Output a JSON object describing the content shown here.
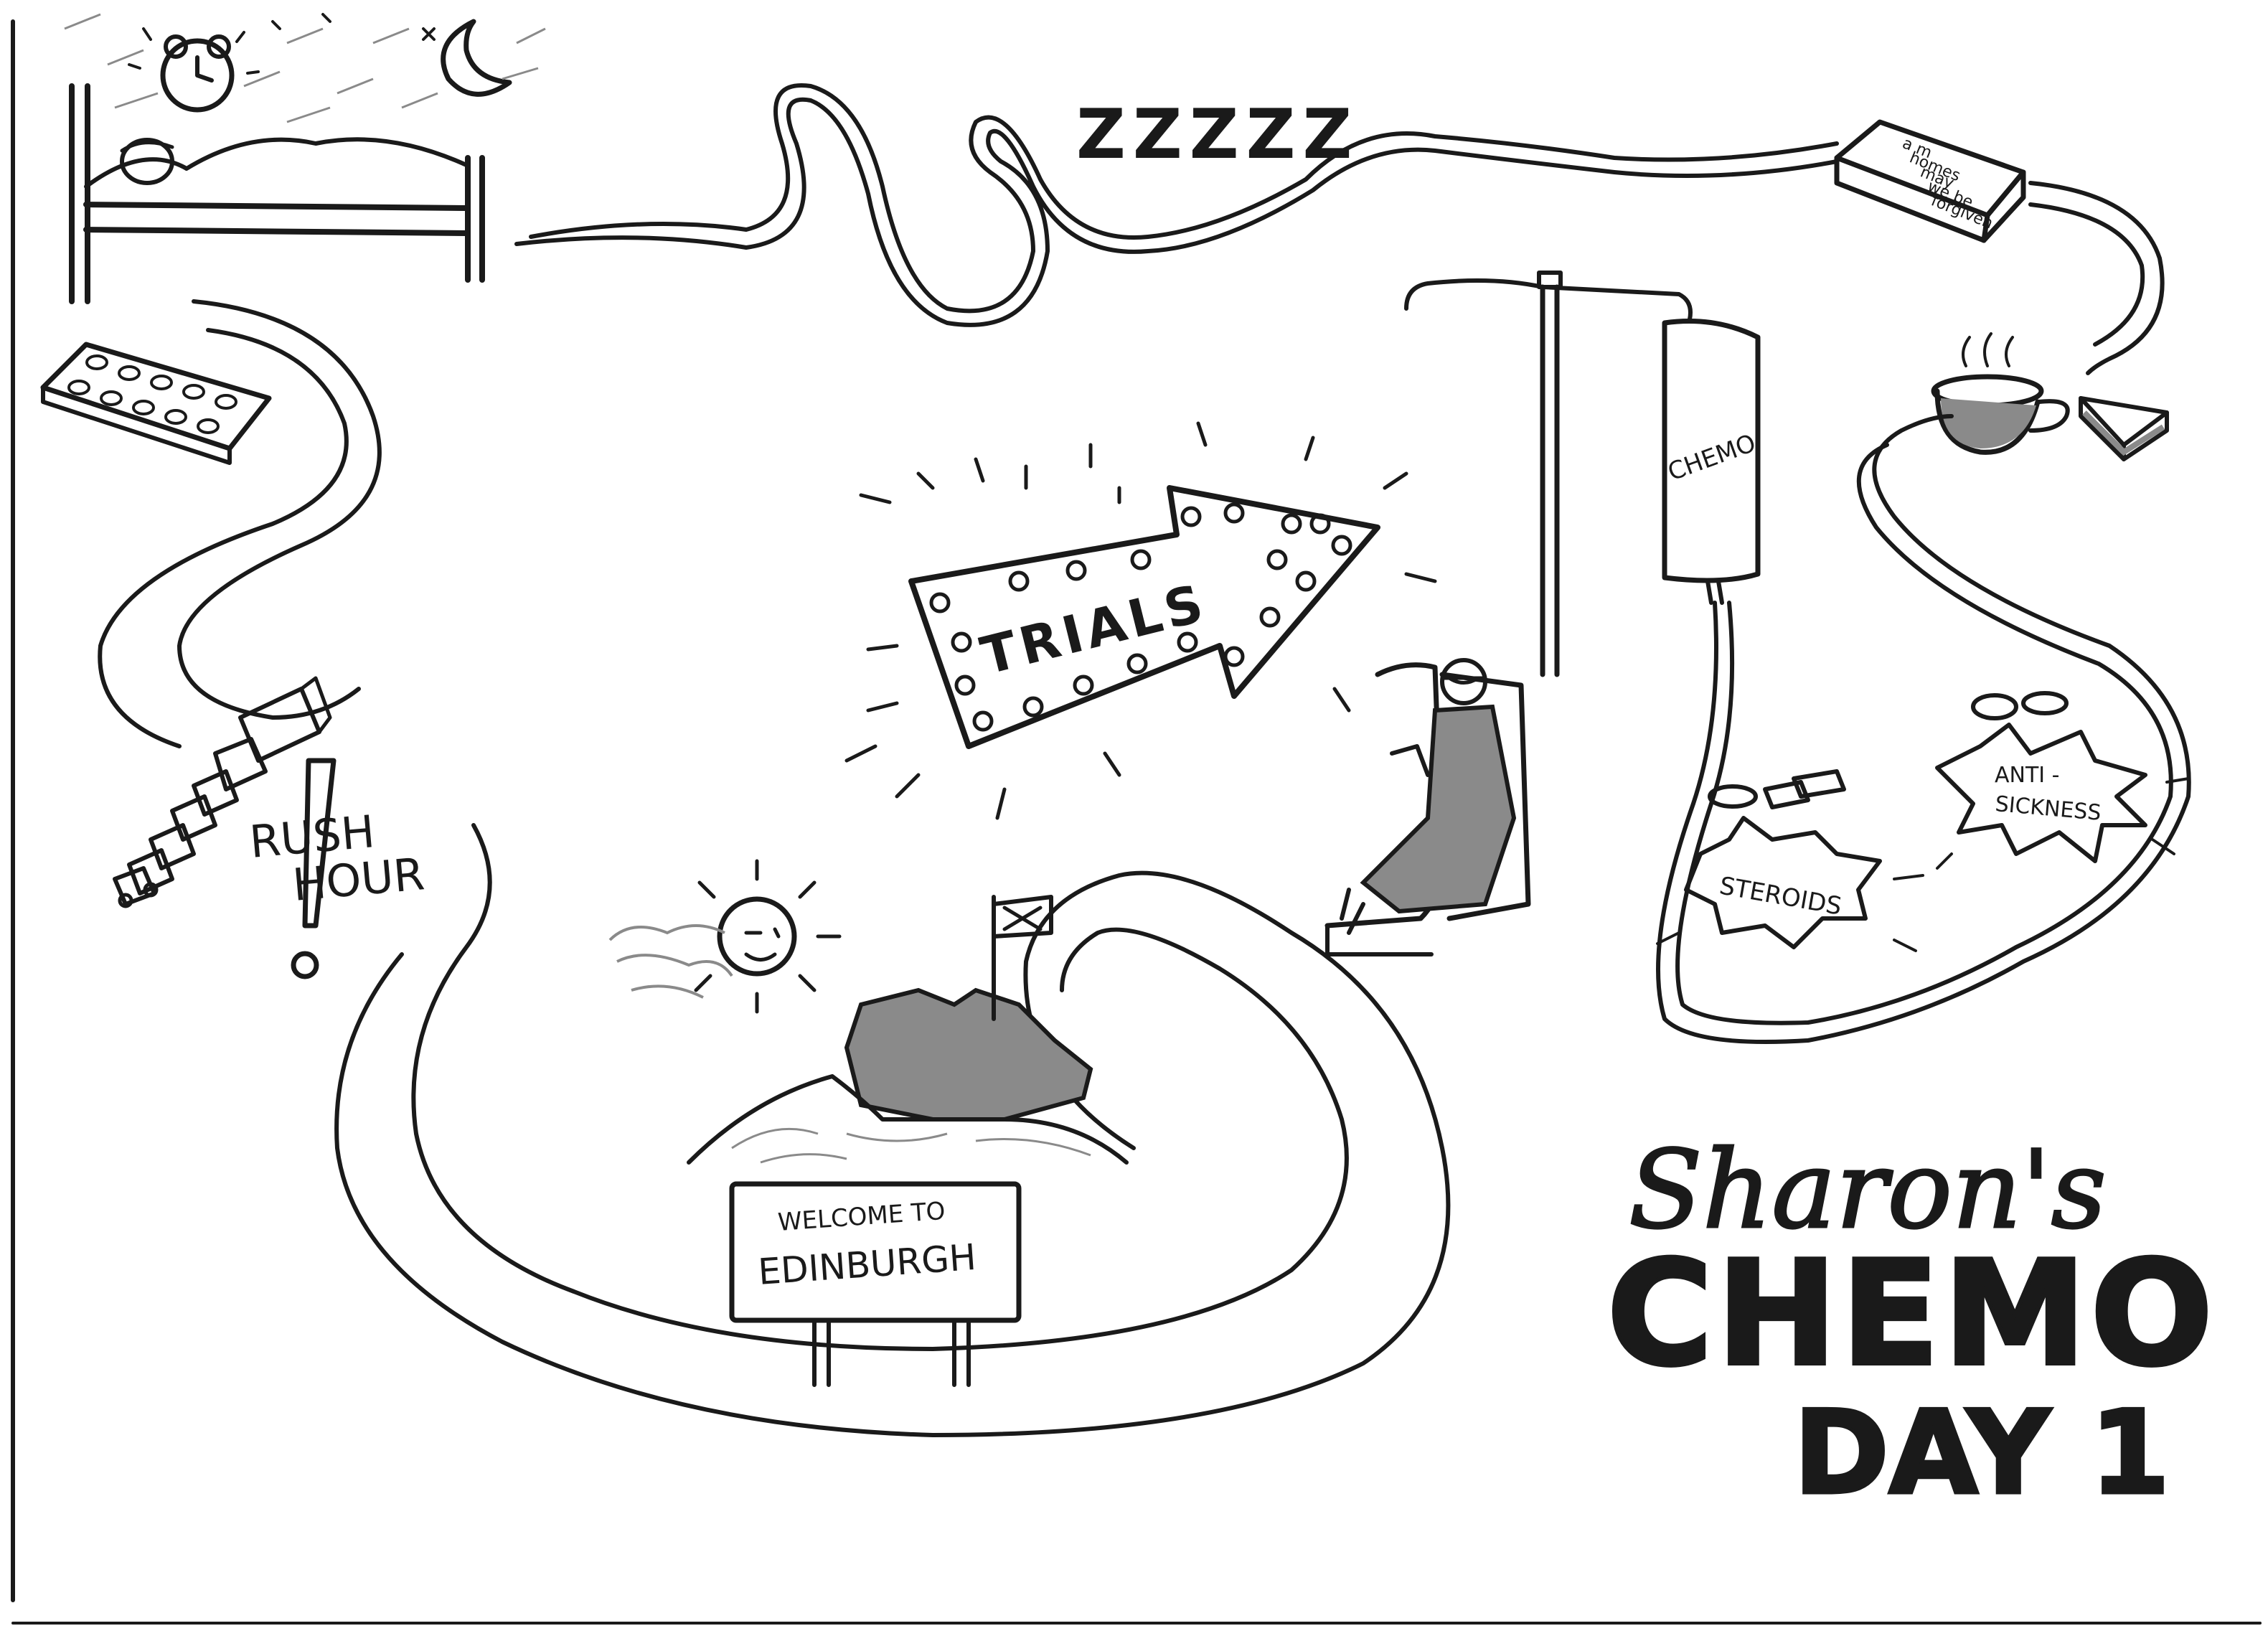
{
  "title": {
    "name": "Sharon's",
    "main": "CHEMO",
    "day": "DAY 1"
  },
  "labels": {
    "zzz": "ZZZZZ",
    "rush": "RUSH",
    "hour": "HOUR",
    "exclaim": "!",
    "trials": "TRIALS",
    "chemo_bag": "CHEMO",
    "steroids": "STEROIDS",
    "anti": "ANTI -",
    "sickness": "SICKNESS",
    "sign_line1": "WELCOME TO",
    "sign_line2": "EDINBURGH",
    "book_line1": "a m",
    "book_line2": "homes",
    "book_line3": "may",
    "book_line4": "we be",
    "book_line5": "forgiven"
  },
  "colors": {
    "ink": "#1a1a1a",
    "paper": "#ffffff",
    "shade": "#8a8a8a"
  }
}
